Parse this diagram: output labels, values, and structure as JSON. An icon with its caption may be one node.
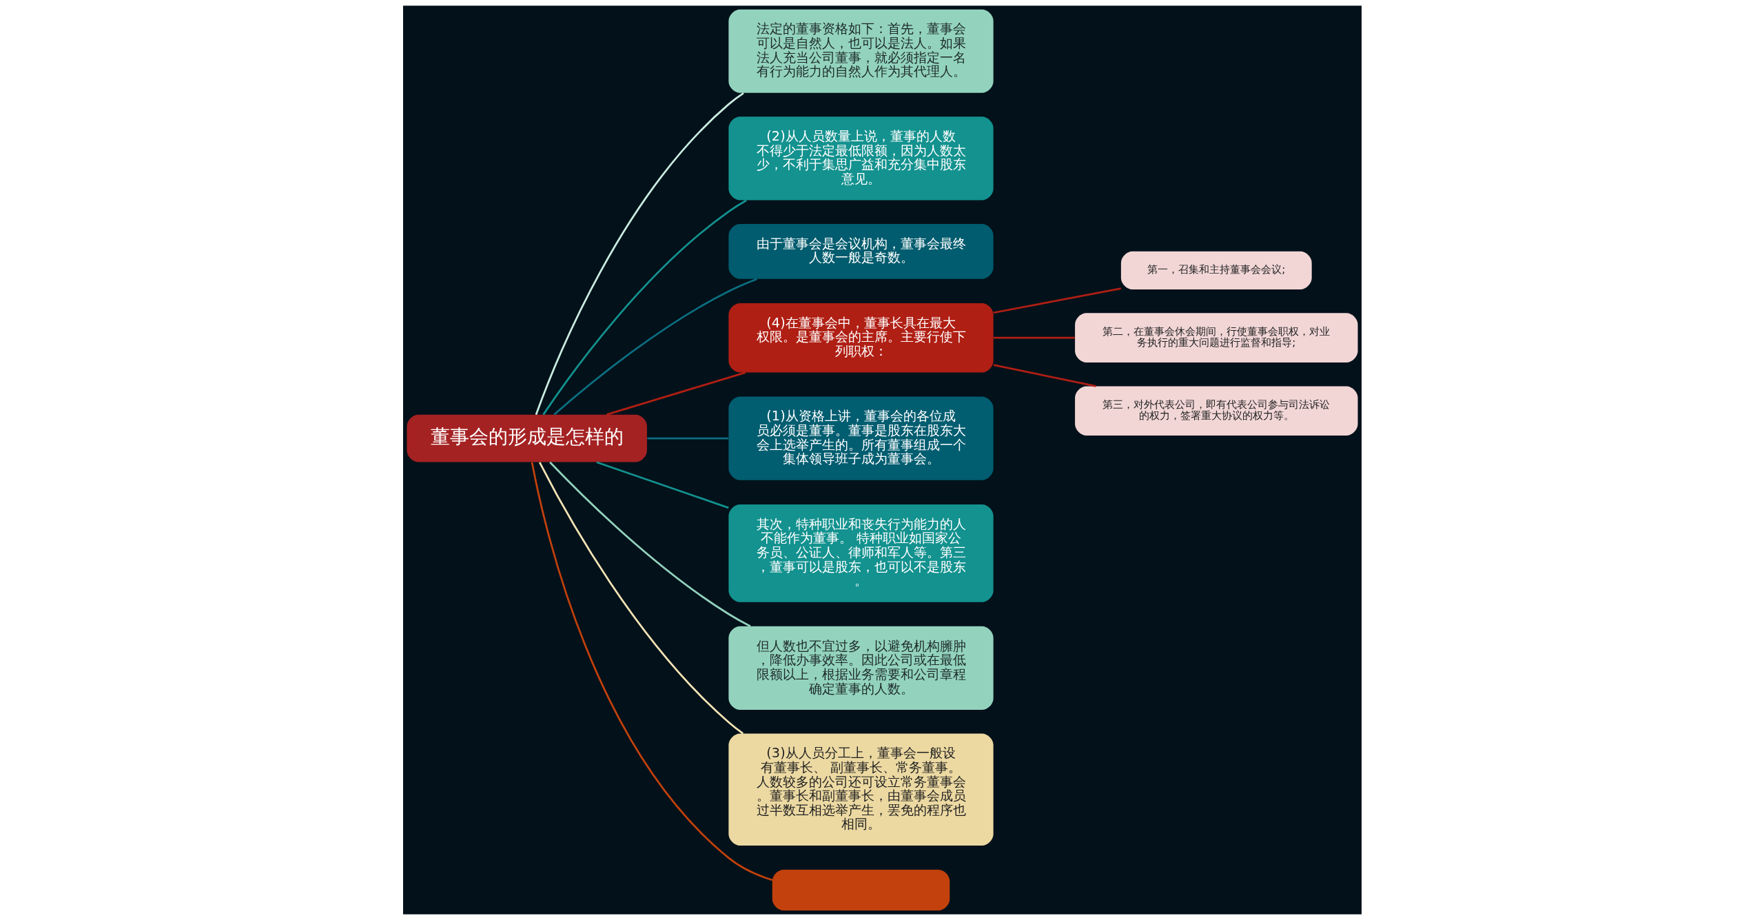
{
  "diagram": {
    "nodes": [
      {
        "text": [
          "董事会的形成是怎样的"
        ]
      },
      {
        "text": [
          "法定的董事资格如下：首先，董事会可以是自然人，也可以是法人。如果法人充当公司董事，就必须指定一名有行为能力的自然人作为其代理人。"
        ]
      },
      {
        "text": [
          "(2)从人员数量上说，董事的人数不得少于法定最低限额，因为人数太少，不利于集思广益和充分集中股东意见。"
        ]
      },
      {
        "text": [
          "由于董事会是会议机构，董事会最终人数一般是奇数。"
        ]
      },
      {
        "text": [
          "(4)在董事会中，董事长具在最大权限。是董事会的主席。主要行使下列职权："
        ]
      },
      {
        "text": [
          "第一，召集和主持董事会会议;"
        ]
      },
      {
        "text": [
          "第二，在董事会休会期间，行使董事会职权，对业务执行的重大问题进行监督和指导;"
        ]
      },
      {
        "text": [
          "第三，对外代表公司，即有代表公司参与司法诉讼的权力，签署重大协议的权力等。"
        ]
      },
      {
        "text": [
          "(1)从资格上讲，董事会的各位成员必须是董事。董事是股东在股东大会上选举产生的。所有董事组成一个集体领导班子成为董事会。"
        ]
      },
      {
        "text": [
          "其次，特种职业和丧失行为能力的人不能作为董事。 特种职业如国家公务员、公证人、律师和军人等。第三，董事可以是股东，也可以不是股东。"
        ]
      },
      {
        "text": [
          "但人数也不宜过多，以避免机构臃肿，降低办事效率。因此公司或在最低限额以上，根据业务需要和公司章程确定董事的人数。"
        ]
      },
      {
        "text": [
          "(3)从人员分工上，董事会一般设有董事长、 副董事长、常务董事。人数较多的公司还可设立常务董事会。董事长和副董事长，由董事会成员过半数互相选举产生，罢免的程序也相同。"
        ]
      },
      {
        "text": [],
        "shape": "box"
      }
    ],
    "edges": [
      {
        "from": 0,
        "to": 1,
        "arrow": "none",
        "color": "#c9ece0"
      },
      {
        "from": 0,
        "to": 2,
        "arrow": "none",
        "color": "#13928f"
      },
      {
        "from": 0,
        "to": 3,
        "arrow": "none",
        "color": "#0b6f80"
      },
      {
        "from": 0,
        "to": 4,
        "arrow": "none",
        "color": "#b01f14"
      },
      {
        "from": 4,
        "to": 5,
        "arrow": "none",
        "color": "#b01f14"
      },
      {
        "from": 4,
        "to": 6,
        "arrow": "none",
        "color": "#b01f14"
      },
      {
        "from": 4,
        "to": 7,
        "arrow": "none",
        "color": "#b01f14"
      },
      {
        "from": 0,
        "to": 8,
        "arrow": "none",
        "color": "#0b6f80"
      },
      {
        "from": 0,
        "to": 9,
        "arrow": "none",
        "color": "#13928f"
      },
      {
        "from": 0,
        "to": 10,
        "arrow": "none",
        "color": "#93d3bd"
      },
      {
        "from": 0,
        "to": 11,
        "arrow": "none",
        "color": "#f3e4b5"
      },
      {
        "from": 0,
        "to": 12,
        "arrow": "none",
        "color": "#c2410c"
      }
    ]
  }
}
